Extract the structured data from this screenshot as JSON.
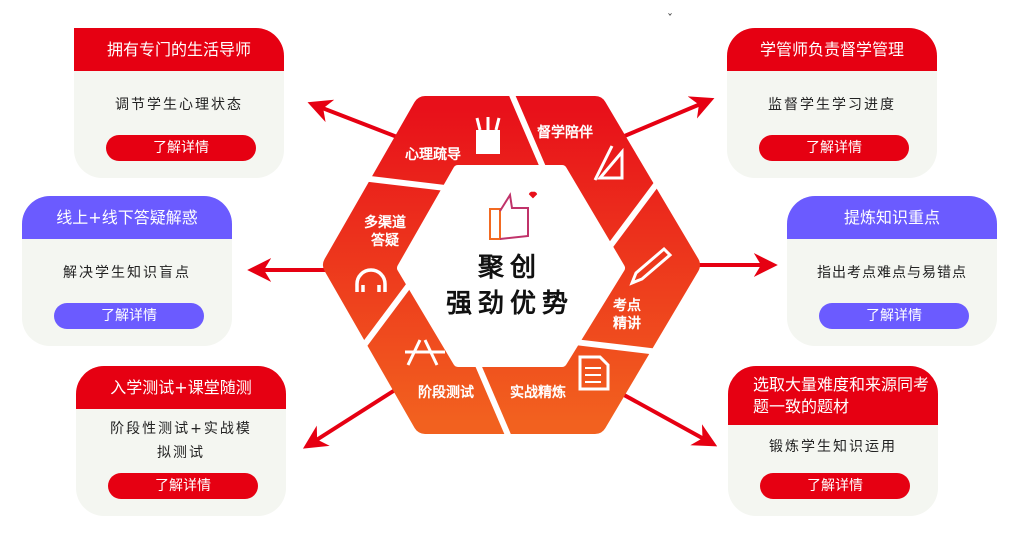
{
  "center_title": [
    "聚创",
    "强劲优势"
  ],
  "ring_segments": [
    "心理疏导",
    "督学陪伴",
    "考点精讲",
    "实战精炼",
    "阶段测试",
    "多渠道答疑"
  ],
  "cards": [
    {
      "title": "拥有专门的生活导师",
      "desc": "调节学生心理状态",
      "button": "了解详情"
    },
    {
      "title": "学管师负责督学管理",
      "desc": "监督学生学习进度",
      "button": "了解详情"
    },
    {
      "title": "线上+线下答疑解惑",
      "desc": "解决学生知识盲点",
      "button": "了解详情"
    },
    {
      "title": "提炼知识重点",
      "desc": "指出考点难点与易错点",
      "button": "了解详情"
    },
    {
      "title": "入学测试+课堂随测",
      "desc": "阶段性测试+实战模拟测试",
      "button": "了解详情"
    },
    {
      "title": "选取大量难度和来源同考题一致的题材",
      "desc": "锻炼学生知识运用",
      "button": "了解详情"
    }
  ],
  "chevron": "ˇ",
  "colors": {
    "red": "#e60012",
    "purple": "#6b5bff",
    "orange": "#f05a22",
    "card_bg": "#f4f6f1"
  }
}
